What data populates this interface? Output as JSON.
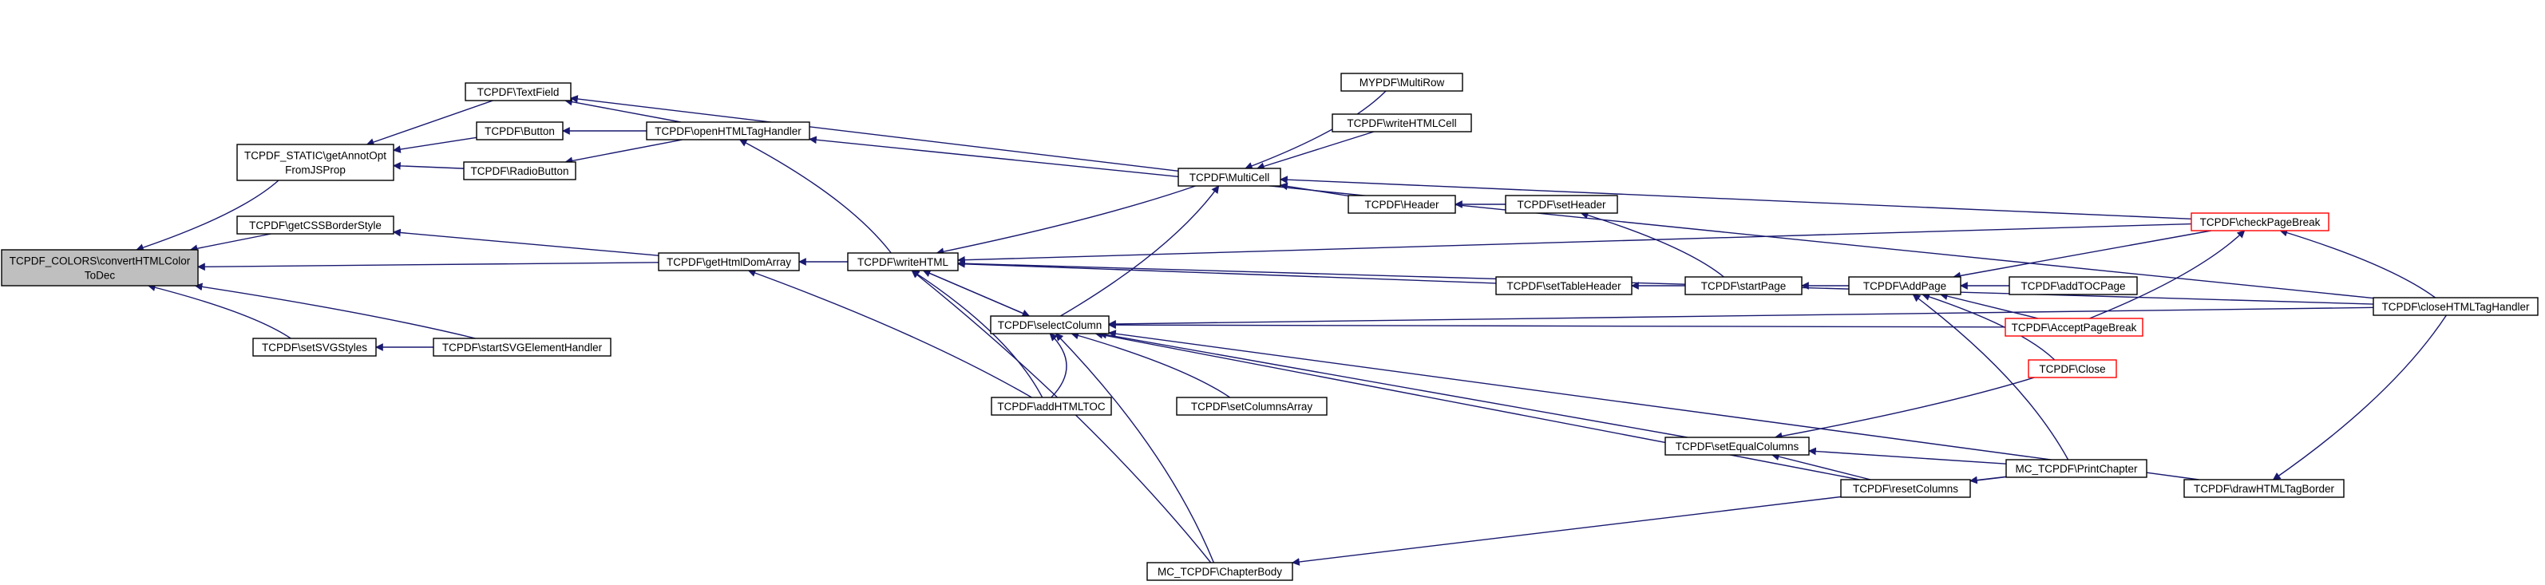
{
  "graph": {
    "title": "",
    "edge_color": "#191970",
    "truncated_border_color": "#ff0000",
    "root_fill": "#bfbfbf",
    "nodes": [
      {
        "id": "root",
        "lines": [
          "TCPDF_COLORS\\convertHTMLColor",
          "ToDec"
        ]
      },
      {
        "id": "getannot",
        "lines": [
          "TCPDF_STATIC\\getAnnotOpt",
          "FromJSProp"
        ]
      },
      {
        "id": "getcss",
        "lines": [
          "TCPDF\\getCSSBorderStyle"
        ]
      },
      {
        "id": "setsvg",
        "lines": [
          "TCPDF\\setSVGStyles"
        ]
      },
      {
        "id": "startsvg",
        "lines": [
          "TCPDF\\startSVGElementHandler"
        ]
      },
      {
        "id": "textfield",
        "lines": [
          "TCPDF\\TextField"
        ]
      },
      {
        "id": "button",
        "lines": [
          "TCPDF\\Button"
        ]
      },
      {
        "id": "radiobutton",
        "lines": [
          "TCPDF\\RadioButton"
        ]
      },
      {
        "id": "openhtml",
        "lines": [
          "TCPDF\\openHTMLTagHandler"
        ]
      },
      {
        "id": "gethtmldom",
        "lines": [
          "TCPDF\\getHtmlDomArray"
        ]
      },
      {
        "id": "writehtml",
        "lines": [
          "TCPDF\\writeHTML"
        ]
      },
      {
        "id": "multicell",
        "lines": [
          "TCPDF\\MultiCell"
        ]
      },
      {
        "id": "selectcolumn",
        "lines": [
          "TCPDF\\selectColumn"
        ]
      },
      {
        "id": "addhtmltoc",
        "lines": [
          "TCPDF\\addHTMLTOC"
        ]
      },
      {
        "id": "multirow",
        "lines": [
          "MYPDF\\MultiRow"
        ]
      },
      {
        "id": "writehtmlcell",
        "lines": [
          "TCPDF\\writeHTMLCell"
        ]
      },
      {
        "id": "header",
        "lines": [
          "TCPDF\\Header"
        ]
      },
      {
        "id": "setheader",
        "lines": [
          "TCPDF\\setHeader"
        ]
      },
      {
        "id": "settableheader",
        "lines": [
          "TCPDF\\setTableHeader"
        ]
      },
      {
        "id": "startpage",
        "lines": [
          "TCPDF\\startPage"
        ]
      },
      {
        "id": "addpage",
        "lines": [
          "TCPDF\\AddPage"
        ]
      },
      {
        "id": "addtocpage",
        "lines": [
          "TCPDF\\addTOCPage"
        ]
      },
      {
        "id": "checkpagebreak",
        "lines": [
          "TCPDF\\checkPageBreak"
        ],
        "truncated": true
      },
      {
        "id": "acceptpagebreak",
        "lines": [
          "TCPDF\\AcceptPageBreak"
        ],
        "truncated": true
      },
      {
        "id": "close",
        "lines": [
          "TCPDF\\Close"
        ],
        "truncated": true
      },
      {
        "id": "closehtml",
        "lines": [
          "TCPDF\\closeHTMLTagHandler"
        ]
      },
      {
        "id": "setcolumnsarray",
        "lines": [
          "TCPDF\\setColumnsArray"
        ]
      },
      {
        "id": "setequalcolumns",
        "lines": [
          "TCPDF\\setEqualColumns"
        ]
      },
      {
        "id": "resetcolumns",
        "lines": [
          "TCPDF\\resetColumns"
        ]
      },
      {
        "id": "printchapter",
        "lines": [
          "MC_TCPDF\\PrintChapter"
        ]
      },
      {
        "id": "drawhtmlborder",
        "lines": [
          "TCPDF\\drawHTMLTagBorder"
        ]
      },
      {
        "id": "chapterbody",
        "lines": [
          "MC_TCPDF\\ChapterBody"
        ]
      }
    ],
    "edges": [
      [
        "getannot",
        "root"
      ],
      [
        "getcss",
        "root"
      ],
      [
        "gethtmldom",
        "root"
      ],
      [
        "setsvg",
        "root"
      ],
      [
        "startsvg",
        "root"
      ],
      [
        "textfield",
        "getannot"
      ],
      [
        "button",
        "getannot"
      ],
      [
        "radiobutton",
        "getannot"
      ],
      [
        "gethtmldom",
        "getcss"
      ],
      [
        "startsvg",
        "setsvg"
      ],
      [
        "openhtml",
        "textfield"
      ],
      [
        "multicell",
        "textfield"
      ],
      [
        "openhtml",
        "button"
      ],
      [
        "openhtml",
        "radiobutton"
      ],
      [
        "writehtml",
        "openhtml"
      ],
      [
        "closehtml",
        "openhtml"
      ],
      [
        "writehtml",
        "gethtmldom"
      ],
      [
        "addhtmltoc",
        "gethtmldom"
      ],
      [
        "multicell",
        "writehtml"
      ],
      [
        "checkpagebreak",
        "writehtml"
      ],
      [
        "closehtml",
        "writehtml"
      ],
      [
        "settableheader",
        "writehtml"
      ],
      [
        "selectcolumn",
        "writehtml"
      ],
      [
        "addhtmltoc",
        "writehtml"
      ],
      [
        "chapterbody",
        "writehtml"
      ],
      [
        "multirow",
        "multicell"
      ],
      [
        "writehtmlcell",
        "multicell"
      ],
      [
        "header",
        "multicell"
      ],
      [
        "checkpagebreak",
        "multicell"
      ],
      [
        "selectcolumn",
        "multicell"
      ],
      [
        "setheader",
        "header"
      ],
      [
        "startpage",
        "setheader"
      ],
      [
        "startpage",
        "settableheader"
      ],
      [
        "addpage",
        "startpage"
      ],
      [
        "addtocpage",
        "addpage"
      ],
      [
        "acceptpagebreak",
        "addpage"
      ],
      [
        "close",
        "addpage"
      ],
      [
        "printchapter",
        "addpage"
      ],
      [
        "checkpagebreak",
        "addpage"
      ],
      [
        "acceptpagebreak",
        "checkpagebreak"
      ],
      [
        "closehtml",
        "checkpagebreak"
      ],
      [
        "writehtml",
        "selectcolumn"
      ],
      [
        "acceptpagebreak",
        "selectcolumn"
      ],
      [
        "closehtml",
        "selectcolumn"
      ],
      [
        "addhtmltoc",
        "selectcolumn"
      ],
      [
        "setcolumnsarray",
        "selectcolumn"
      ],
      [
        "setequalcolumns",
        "selectcolumn"
      ],
      [
        "resetcolumns",
        "selectcolumn"
      ],
      [
        "drawhtmlborder",
        "selectcolumn"
      ],
      [
        "chapterbody",
        "selectcolumn"
      ],
      [
        "resetcolumns",
        "setequalcolumns"
      ],
      [
        "printchapter",
        "setequalcolumns"
      ],
      [
        "close",
        "setequalcolumns"
      ],
      [
        "printchapter",
        "resetcolumns"
      ],
      [
        "closehtml",
        "drawhtmlborder"
      ],
      [
        "printchapter",
        "chapterbody"
      ]
    ]
  }
}
